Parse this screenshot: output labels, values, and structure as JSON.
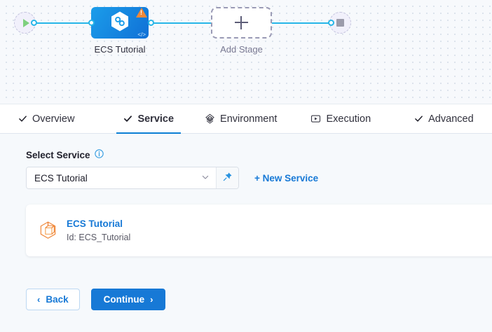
{
  "canvas": {
    "start_node": {
      "icon": "play-icon",
      "name": "pipeline-start"
    },
    "stage_node": {
      "label": "ECS Tutorial",
      "icon": "harness-hexagon-icon",
      "status_icon": "warning-triangle-icon",
      "code_icon": "code-brackets-icon",
      "color": "#1b9dea"
    },
    "add_stage": {
      "label": "Add Stage",
      "icon": "plus-icon"
    },
    "stop_node": {
      "icon": "stop-square-icon",
      "name": "pipeline-end"
    },
    "connector_color": "#26b6e8"
  },
  "tabs": [
    {
      "label": "Overview",
      "icon": "check-icon",
      "active": false
    },
    {
      "label": "Service",
      "icon": "check-icon",
      "active": true
    },
    {
      "label": "Environment",
      "icon": "layers-icon",
      "active": false
    },
    {
      "label": "Execution",
      "icon": "play-box-icon",
      "active": false
    },
    {
      "label": "Advanced",
      "icon": "check-icon",
      "active": false
    }
  ],
  "form": {
    "field_label": "Select Service",
    "info_icon": "info-icon",
    "select": {
      "value": "ECS Tutorial",
      "placeholder": "Select Service",
      "chevron_icon": "chevron-down-icon",
      "pin_icon": "pin-icon"
    },
    "new_service_link": "+ New Service"
  },
  "service_card": {
    "icon": "cube-hexagon-icon",
    "name": "ECS Tutorial",
    "id_text": "Id: ECS_Tutorial",
    "icon_color": "#f0893c"
  },
  "footer": {
    "back_label": "Back",
    "back_chevron": "‹",
    "continue_label": "Continue",
    "continue_chevron": "›"
  },
  "theme": {
    "accent": "#1779d6",
    "canvas_bg": "#f7f9fc",
    "page_bg": "#f6f9fc"
  }
}
